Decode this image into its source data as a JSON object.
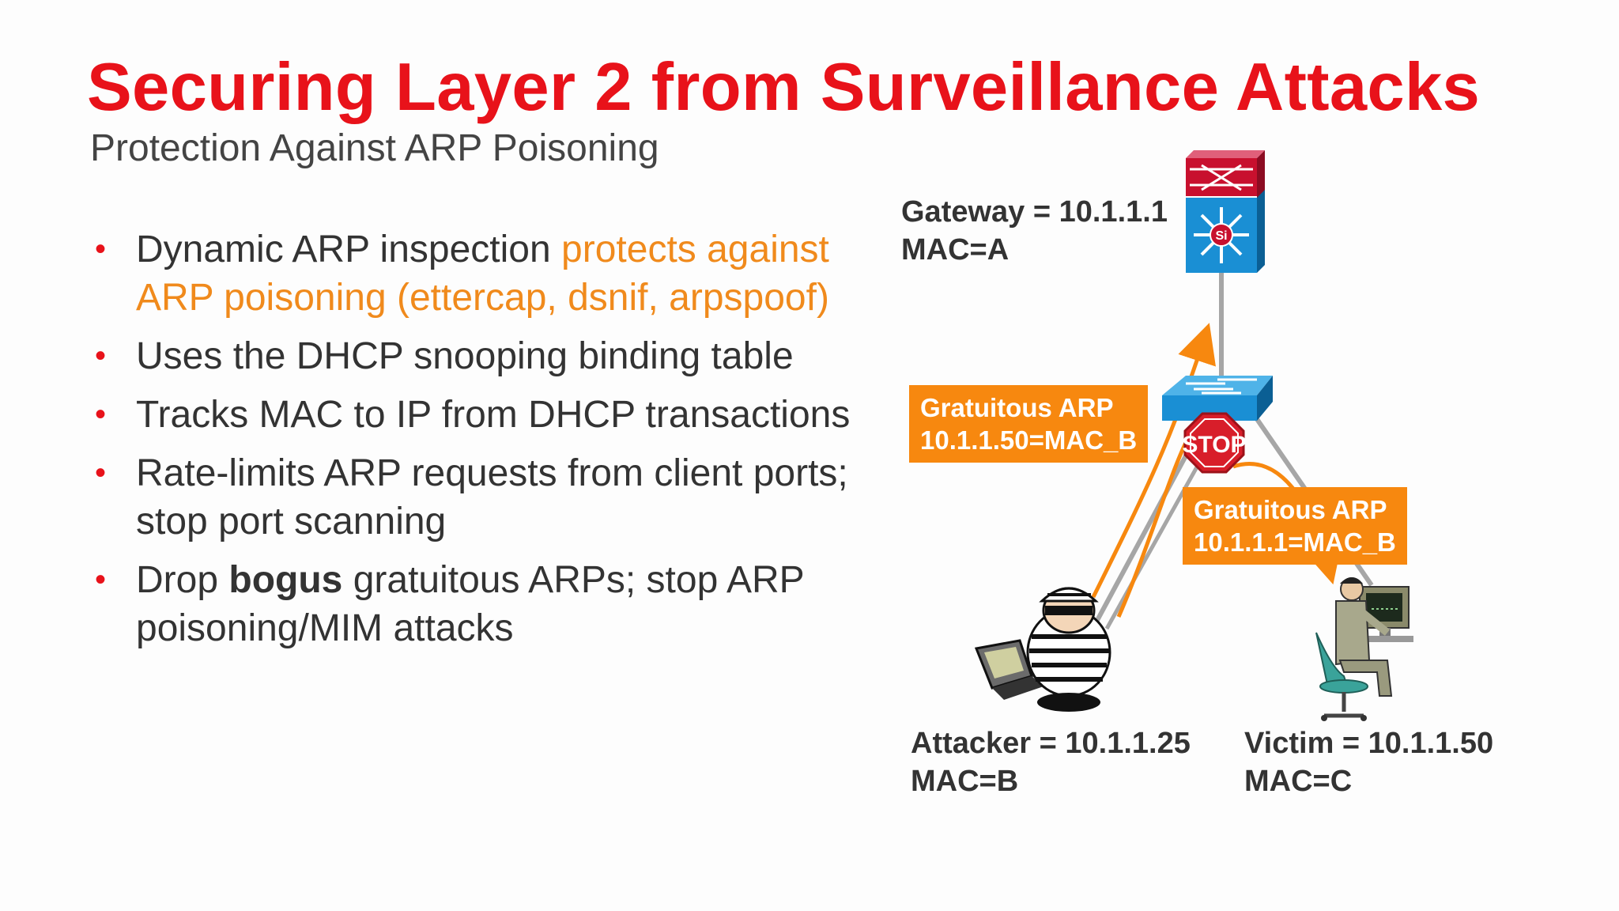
{
  "slide": {
    "title": "Securing Layer 2 from Surveillance Attacks",
    "subtitle": "Protection Against ARP Poisoning",
    "bullets": {
      "b1_pre": "Dynamic ARP inspection ",
      "b1_accent": "protects against ARP poisoning (ettercap, dsnif, arpspoof)",
      "b2": "Uses the DHCP snooping binding table",
      "b3": "Tracks MAC to IP from DHCP transactions",
      "b4": "Rate-limits ARP requests from client ports; stop port scanning",
      "b5_pre": "Drop ",
      "b5_bold": "bogus",
      "b5_post": " gratuitous ARPs; stop ARP poisoning/MIM attacks"
    }
  },
  "diagram": {
    "gateway": {
      "line1": "Gateway = 10.1.1.1",
      "line2": "MAC=A"
    },
    "attacker": {
      "line1": "Attacker = 10.1.1.25",
      "line2": "MAC=B"
    },
    "victim": {
      "line1": "Victim = 10.1.1.50",
      "line2": "MAC=C"
    },
    "arp_box_left": {
      "line1": "Gratuitous ARP",
      "line2": "10.1.1.50=MAC_B"
    },
    "arp_box_right": {
      "line1": "Gratuitous ARP",
      "line2": "10.1.1.1=MAC_B"
    },
    "stop_sign_text": "STOP",
    "router_badge_text": "Si",
    "colors": {
      "title": "#e8121a",
      "accent": "#f08a1c",
      "arrow": "#f7880f",
      "router_red": "#c8102e",
      "switch_blue": "#1a8fd4"
    },
    "icons": [
      "multilayer-switch-icon",
      "workgroup-switch-icon",
      "stop-sign-icon",
      "attacker-icon",
      "victim-workstation-icon"
    ]
  }
}
